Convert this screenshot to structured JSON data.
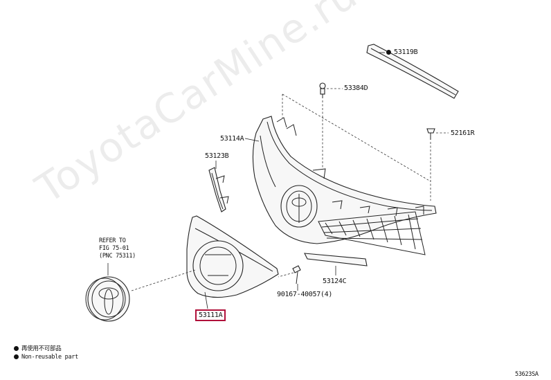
{
  "watermark": "ToyotaCarMine.ru",
  "parts": {
    "p53119b": "53119B",
    "p53384d": "53384D",
    "p52161r": "52161R",
    "p53114a": "53114A",
    "p53123b": "53123B",
    "p53124c": "53124C",
    "p53111a": "53111A",
    "p90167": "90167-40057(4)"
  },
  "reference": {
    "line1": "REFER TO",
    "line2": "FIG 75-01",
    "line3": "(PNC 75311)"
  },
  "legend": {
    "jp": "再使用不可部品",
    "en": "Non-reusable part"
  },
  "figure_code": "53623SA",
  "highlight_color": "#b0103a"
}
